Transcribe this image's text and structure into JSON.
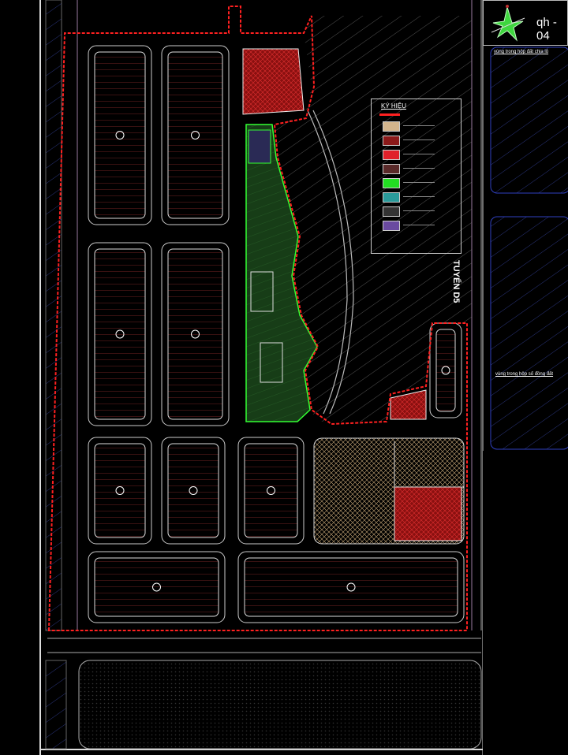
{
  "drawing": {
    "sheet_title": "qh - 04",
    "road_label": "TUYẾN D5",
    "note_top_right": "vùng trong hộp đất chia lô",
    "note_mid_right": "vùng trong hộp số đồng đất"
  },
  "legend": {
    "title": "KÝ HIỆU",
    "swatches": [
      {
        "color": "#d2b48c",
        "pattern": "crosshatch"
      },
      {
        "color": "#8b1a1a",
        "pattern": "dots"
      },
      {
        "color": "#e0202a",
        "pattern": "solid"
      },
      {
        "color": "#5a2a2a",
        "pattern": "stripes"
      },
      {
        "color": "#22dd22",
        "pattern": "solid"
      },
      {
        "color": "#2a9a9a",
        "pattern": "grid"
      },
      {
        "color": "#333333",
        "pattern": "dots"
      },
      {
        "color": "#6a4aa0",
        "pattern": "solid"
      }
    ]
  },
  "colors": {
    "boundary": "#ff2020",
    "park": "#1f5c1f",
    "park_edge": "#33ff33",
    "hatch": "#cccccc",
    "lot_lines": "#a03030",
    "tan_area": "#c8a878",
    "red_area": "#b01818",
    "blue_lines": "#3040c0"
  }
}
